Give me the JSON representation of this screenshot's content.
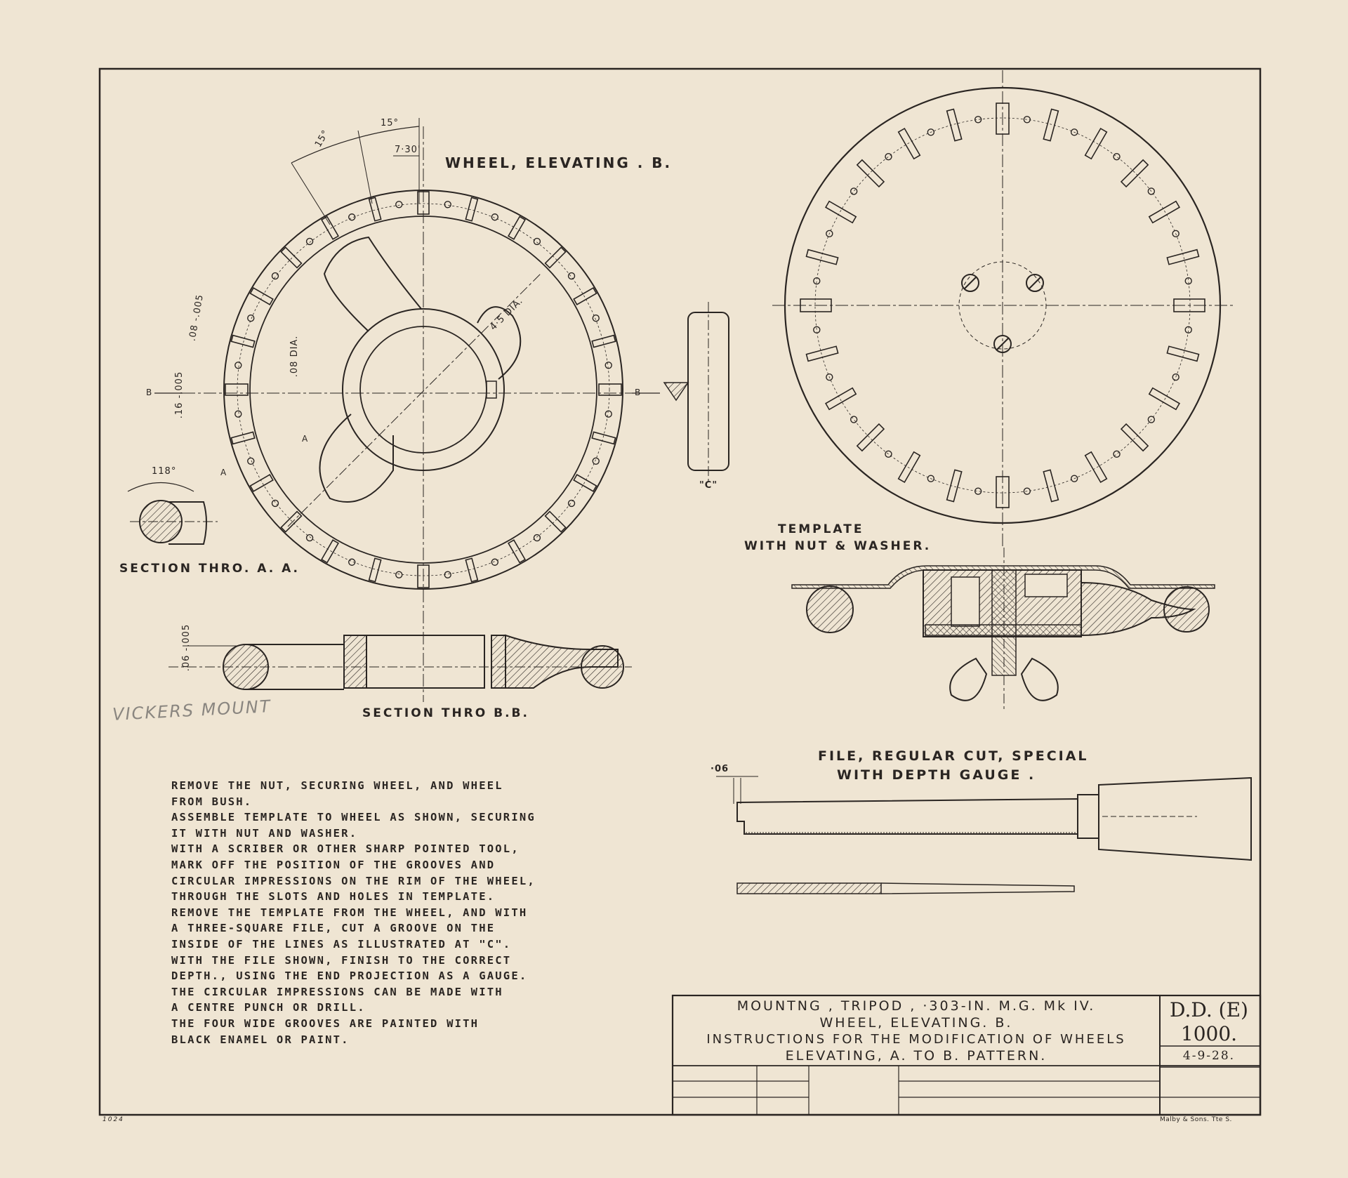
{
  "views": {
    "wheel_title": "WHEEL, ELEVATING . B.",
    "template_title": "TEMPLATE",
    "template_subtitle": "WITH NUT & WASHER.",
    "section_aa": "SECTION THRO. A. A.",
    "section_bb": "SECTION THRO B.B.",
    "file_title": "FILE, REGULAR CUT, SPECIAL",
    "file_subtitle": "WITH DEPTH GAUGE .",
    "detail_c": "\"C\"",
    "pencil_note": "VICKERS MOUNT"
  },
  "dimensions": {
    "angle_1": "15°",
    "angle_2": "15°",
    "angle_3": "7·30'",
    "dia_45": "4·5 DIA.",
    "dia_08": ".08 DIA.",
    "slot_08": ".08 -.005",
    "slot_16": ".16 -.005",
    "depth_06": ".06 -.005",
    "angle_118": "118°",
    "file_06": "·06",
    "marker_b_left": "B",
    "marker_b_right": "B",
    "marker_a_left": "A",
    "marker_a_right": "A"
  },
  "notes": [
    "REMOVE THE NUT, SECURING WHEEL, AND WHEEL",
    "FROM BUSH.",
    "ASSEMBLE TEMPLATE TO WHEEL AS SHOWN, SECURING",
    "IT WITH NUT AND WASHER.",
    "WITH A SCRIBER OR OTHER SHARP POINTED TOOL,",
    "MARK OFF THE POSITION OF THE GROOVES AND",
    "CIRCULAR IMPRESSIONS ON THE RIM OF THE WHEEL,",
    "THROUGH THE SLOTS AND HOLES IN TEMPLATE.",
    "REMOVE THE TEMPLATE FROM THE WHEEL, AND WITH",
    "A THREE-SQUARE FILE, CUT A GROOVE ON THE",
    "INSIDE OF THE LINES AS ILLUSTRATED AT \"C\".",
    "WITH THE FILE SHOWN, FINISH TO THE CORRECT",
    "DEPTH., USING THE END PROJECTION AS A GAUGE.",
    "THE CIRCULAR IMPRESSIONS CAN BE MADE WITH",
    "A CENTRE PUNCH OR DRILL.",
    "THE FOUR WIDE GROOVES ARE PAINTED WITH",
    "BLACK ENAMEL OR PAINT."
  ],
  "title_block": {
    "line1": "MOUNTNG , TRIPOD , ·303-IN.  M.G. Mk IV.",
    "line2": "WHEEL, ELEVATING.  B.",
    "line3": "INSTRUCTIONS FOR THE MODIFICATION OF WHEELS",
    "line4": "ELEVATING,   A.   TO   B.   PATTERN.",
    "drawing_ref": "D.D. (E)",
    "drawing_no": "1000.",
    "date": "4-9-28."
  },
  "footer": {
    "left_mark": "1024",
    "printer": "Malby & Sons. Tte S."
  },
  "colors": {
    "paper": "#efe5d3",
    "ink": "#2a2522",
    "pencil": "#8a8680"
  }
}
